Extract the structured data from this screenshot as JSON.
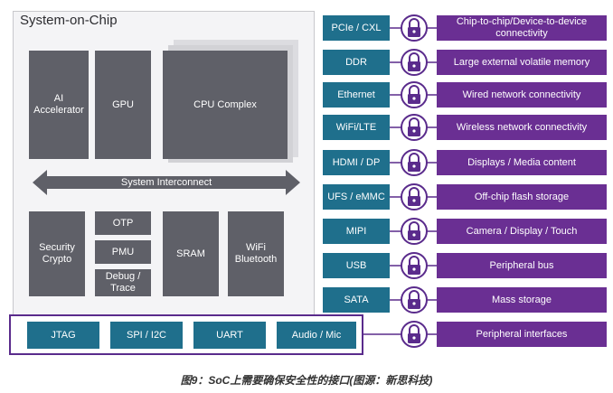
{
  "soc": {
    "title": "System-on-Chip",
    "blocks": {
      "ai_accelerator": "AI\nAccelerator",
      "gpu": "GPU",
      "cpu_complex": "CPU Complex",
      "interconnect": "System Interconnect",
      "security_crypto": "Security\nCrypto",
      "otp": "OTP",
      "pmu": "PMU",
      "debug_trace": "Debug /\nTrace",
      "sram": "SRAM",
      "wifi_bluetooth": "WiFi\nBluetooth"
    },
    "peripherals": [
      "JTAG",
      "SPI / I2C",
      "UART",
      "Audio / Mic"
    ]
  },
  "interfaces": [
    {
      "name": "PCIe / CXL",
      "desc": "Chip-to-chip/Device-to-device connectivity"
    },
    {
      "name": "DDR",
      "desc": "Large external volatile memory"
    },
    {
      "name": "Ethernet",
      "desc": "Wired network connectivity"
    },
    {
      "name": "WiFi/LTE",
      "desc": "Wireless network connectivity"
    },
    {
      "name": "HDMI / DP",
      "desc": "Displays / Media content"
    },
    {
      "name": "UFS / eMMC",
      "desc": "Off-chip flash storage"
    },
    {
      "name": "MIPI",
      "desc": "Camera / Display / Touch"
    },
    {
      "name": "USB",
      "desc": "Peripheral bus"
    },
    {
      "name": "SATA",
      "desc": "Mass storage"
    }
  ],
  "peripheral_row": {
    "desc": "Peripheral interfaces"
  },
  "caption": "图9：SoC上需要确保安全性的接口(图源：新思科技)",
  "colors": {
    "teal": "#1f6f8c",
    "purple": "#6a2f93",
    "block_gray": "#5f6068",
    "line": "#5a2b8c"
  },
  "icons": {
    "lock": "padlock-icon",
    "arrow": "double-arrow-icon"
  }
}
